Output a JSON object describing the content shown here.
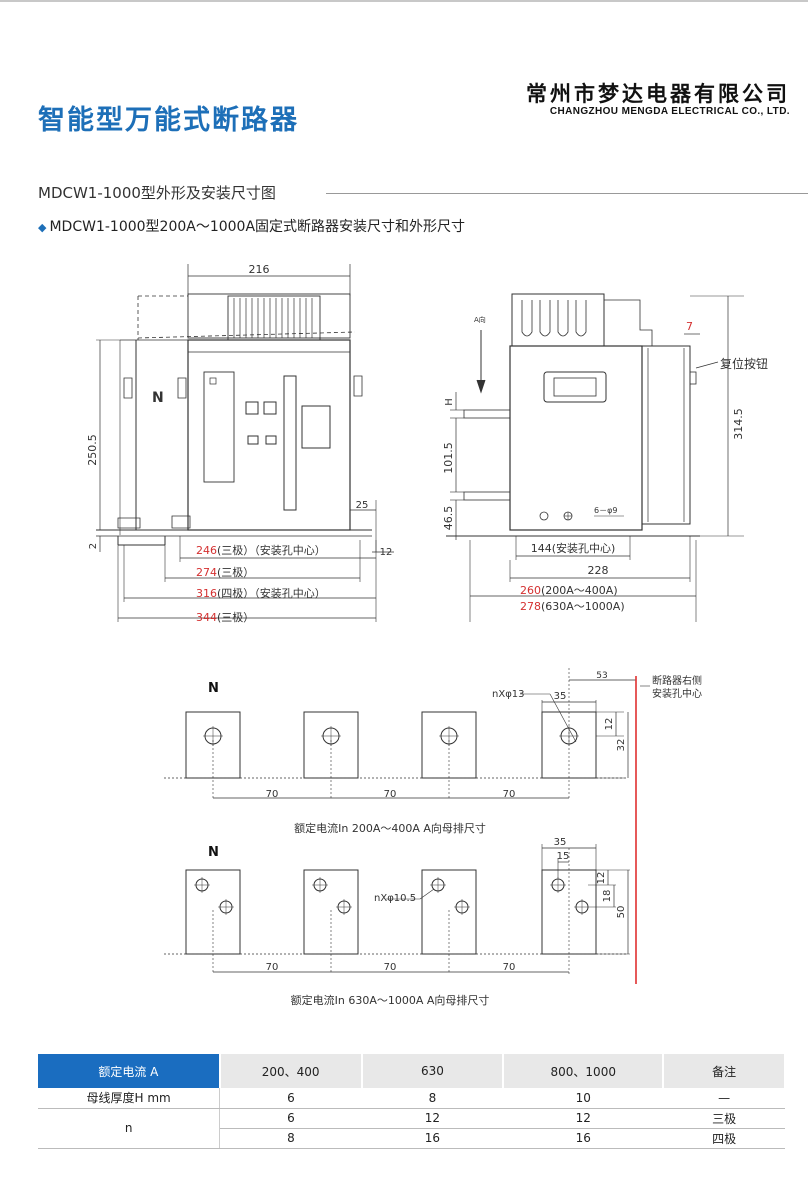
{
  "header": {
    "title": "智能型万能式断路器",
    "company_cn": "常州市梦达电器有限公司",
    "company_en": "CHANGZHOU MENGDA ELECTRICAL CO., LTD."
  },
  "section": {
    "title": "MDCW1-1000型外形及安装尺寸图",
    "subtitle": "MDCW1-1000型200A～1000A固定式断路器安装尺寸和外形尺寸"
  },
  "front_view": {
    "width_top": "216",
    "height_left": "250.5",
    "dim_2": "2",
    "dim_25": "25",
    "dim_12": "12",
    "n_label": "N",
    "dims": [
      {
        "num": "246",
        "text": "(三极）（安装孔中心）"
      },
      {
        "num": "274",
        "text": "(三极）"
      },
      {
        "num": "316",
        "text": "(四极）（安装孔中心）"
      },
      {
        "num": "344",
        "text": "(三极）"
      }
    ]
  },
  "side_view": {
    "arrow_label": "A向",
    "h_label": "H",
    "dim_1015": "101.5",
    "dim_465": "46.5",
    "dim_3145": "314.5",
    "dim_7": "7",
    "reset_button": "复位按钮",
    "holes": "6－φ9",
    "dim_144": "144(安装孔中心)",
    "dim_228": "228",
    "dim_260": {
      "num": "260",
      "text": "(200A～400A)"
    },
    "dim_278": {
      "num": "278",
      "text": "(630A～1000A)"
    }
  },
  "busbar1": {
    "n_label": "N",
    "hole_label": "nXφ13",
    "dim_53": "53",
    "note_line1": "断路器右侧",
    "note_line2": "安装孔中心",
    "dim_35": "35",
    "dim_12": "12",
    "dim_32": "32",
    "spacing": [
      "70",
      "70",
      "70"
    ],
    "caption": "额定电流In  200A～400A  A向母排尺寸"
  },
  "busbar2": {
    "n_label": "N",
    "hole_label": "nXφ10.5",
    "dim_35": "35",
    "dim_15": "15",
    "dim_12": "12",
    "dim_18": "18",
    "dim_50": "50",
    "spacing": [
      "70",
      "70",
      "70"
    ],
    "caption": "额定电流In  630A～1000A  A向母排尺寸"
  },
  "table": {
    "headers": [
      "额定电流  A",
      "200、400",
      "630",
      "800、1000",
      "备注"
    ],
    "rows": [
      {
        "label": "母线厚度H mm",
        "values": [
          "6",
          "8",
          "10",
          "—"
        ]
      },
      {
        "label": "n",
        "values": [
          "6",
          "12",
          "12",
          "三极"
        ]
      },
      {
        "label": "",
        "values": [
          "8",
          "16",
          "16",
          "四极"
        ]
      }
    ]
  },
  "colors": {
    "title_blue": "#1d6fb8",
    "header_blue": "#1a6dc0",
    "dim_red": "#d43030",
    "line_red": "#e03030"
  }
}
